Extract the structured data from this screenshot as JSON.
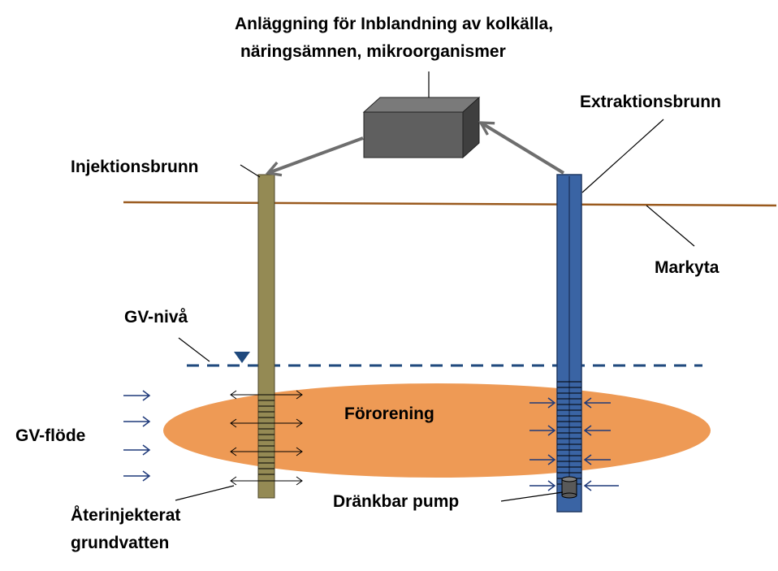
{
  "labels": {
    "mixing_facility_line1": "Anläggning för Inblandning av kolkälla,",
    "mixing_facility_line2": "näringsämnen, mikroorganismer",
    "extraction_well": "Extraktionsbrunn",
    "injection_well": "Injektionsbrunn",
    "ground_surface": "Markyta",
    "groundwater_level": "GV-nivå",
    "groundwater_flow": "GV-flöde",
    "contamination": "Förorening",
    "submersible_pump": "Dränkbar pump",
    "reinjected_line1": "Återinjekterat",
    "reinjected_line2": "grundvatten"
  },
  "colors": {
    "ground_line": "#9a5a1e",
    "water_level": "#1f497d",
    "plume": "#ee9a55",
    "injection_well": "#948a54",
    "extraction_well": "#3a64a4",
    "extraction_well_outline": "#1f3864",
    "facility_box": "#5f5f5f",
    "feed_arrow": "#6e6e6e",
    "flow_arrow": "#1f3a7a"
  }
}
